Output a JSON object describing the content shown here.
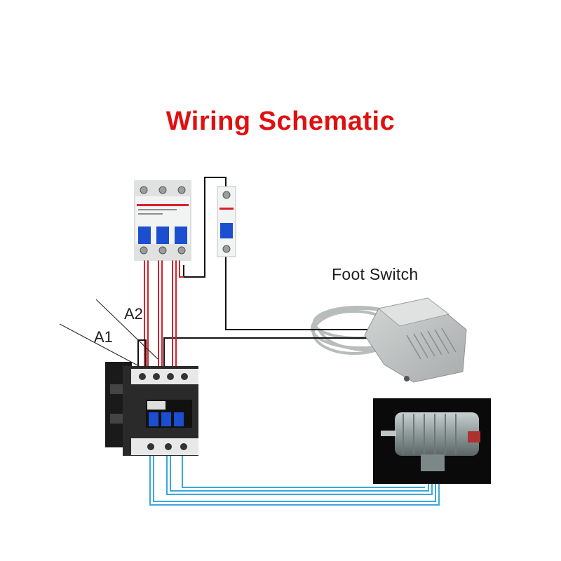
{
  "title": "Wiring Schematic",
  "labels": {
    "foot_switch": "Foot Switch",
    "a1": "A1",
    "a2": "A2"
  },
  "colors": {
    "title": "#e01010",
    "power_wire": "#d8202a",
    "control_wire": "#111111",
    "motor_wire": "#3aa8d8",
    "breaker_handle": "#1b4fd0"
  },
  "components": [
    "3-pole-circuit-breaker",
    "1-pole-circuit-breaker",
    "contactor",
    "foot-switch",
    "motor"
  ]
}
